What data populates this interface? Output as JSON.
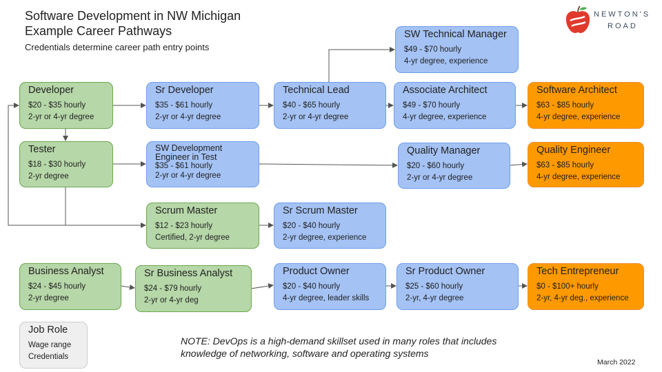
{
  "header": {
    "title_line1": "Software Development in NW Michigan",
    "title_line2": "Example Career Pathways",
    "subtitle": "Credentials determine career path entry points"
  },
  "logo": {
    "line1": "NEWTON'S",
    "line2": "ROAD"
  },
  "colors": {
    "green": "#b6d7a8",
    "blue": "#a4c2f4",
    "orange": "#ff9900",
    "gray": "#efefef",
    "arrow": "#555555"
  },
  "roles": {
    "developer": {
      "title": "Developer",
      "wage": "$20 - $35 hourly",
      "cred": "2-yr or 4-yr degree"
    },
    "sr_developer": {
      "title": "Sr Developer",
      "wage": "$35 - $61 hourly",
      "cred": "2-yr or 4-yr degree"
    },
    "technical_lead": {
      "title": "Technical Lead",
      "wage": "$40 - $65 hourly",
      "cred": "2-yr or 4-yr degree"
    },
    "sw_technical_manager": {
      "title": "SW Technical Manager",
      "wage": "$49 - $70 hourly",
      "cred": "4-yr degree, experience"
    },
    "associate_architect": {
      "title": "Associate Architect",
      "wage": "$49 - $70 hourly",
      "cred": "4-yr degree, experience"
    },
    "software_architect": {
      "title": "Software Architect",
      "wage": "$63 - $85 hourly",
      "cred": "4-yr degree, experience"
    },
    "tester": {
      "title": "Tester",
      "wage": "$18 - $30 hourly",
      "cred": "2-yr degree"
    },
    "sw_dev_engineer_test": {
      "title_line1": "SW Development",
      "title_line2": "Engineer in Test",
      "wage": "$35 - $61 hourly",
      "cred": "2-yr or 4-yr degree"
    },
    "quality_manager": {
      "title": "Quality Manager",
      "wage": "$20 - $60 hourly",
      "cred": "2-yr or 4-yr degree"
    },
    "quality_engineer": {
      "title": "Quality Engineer",
      "wage": "$63 - $85 hourly",
      "cred": "4-yr degree, experience"
    },
    "scrum_master": {
      "title": "Scrum Master",
      "wage": "$12 - $23 hourly",
      "cred": "Certified, 2-yr degree"
    },
    "sr_scrum_master": {
      "title": "Sr Scrum Master",
      "wage": "$20 - $40 hourly",
      "cred": "2-yr degree, experience"
    },
    "business_analyst": {
      "title": "Business Analyst",
      "wage": "$24 - $45 hourly",
      "cred": "2-yr degree"
    },
    "sr_business_analyst": {
      "title": "Sr Business Analyst",
      "wage": "$24 - $79 hourly",
      "cred": "2-yr or 4-yr deg"
    },
    "product_owner": {
      "title": "Product Owner",
      "wage": "$20 - $40 hourly",
      "cred": "4-yr degree, leader skills"
    },
    "sr_product_owner": {
      "title": "Sr Product Owner",
      "wage": "$25 - $60 hourly",
      "cred": "2-yr, 4-yr degree"
    },
    "tech_entrepreneur": {
      "title": "Tech Entrepreneur",
      "wage": "$0 - $100+ hourly",
      "cred": "2-yr, 4-yr deg., experience"
    }
  },
  "legend": {
    "title": "Job Role",
    "wage": "Wage range",
    "cred": "Credentials"
  },
  "note": {
    "line1": "NOTE: DevOps is a high-demand skillset used in many roles that includes",
    "line2": "knowledge of networking, software and operating systems"
  },
  "date": "March 2022"
}
